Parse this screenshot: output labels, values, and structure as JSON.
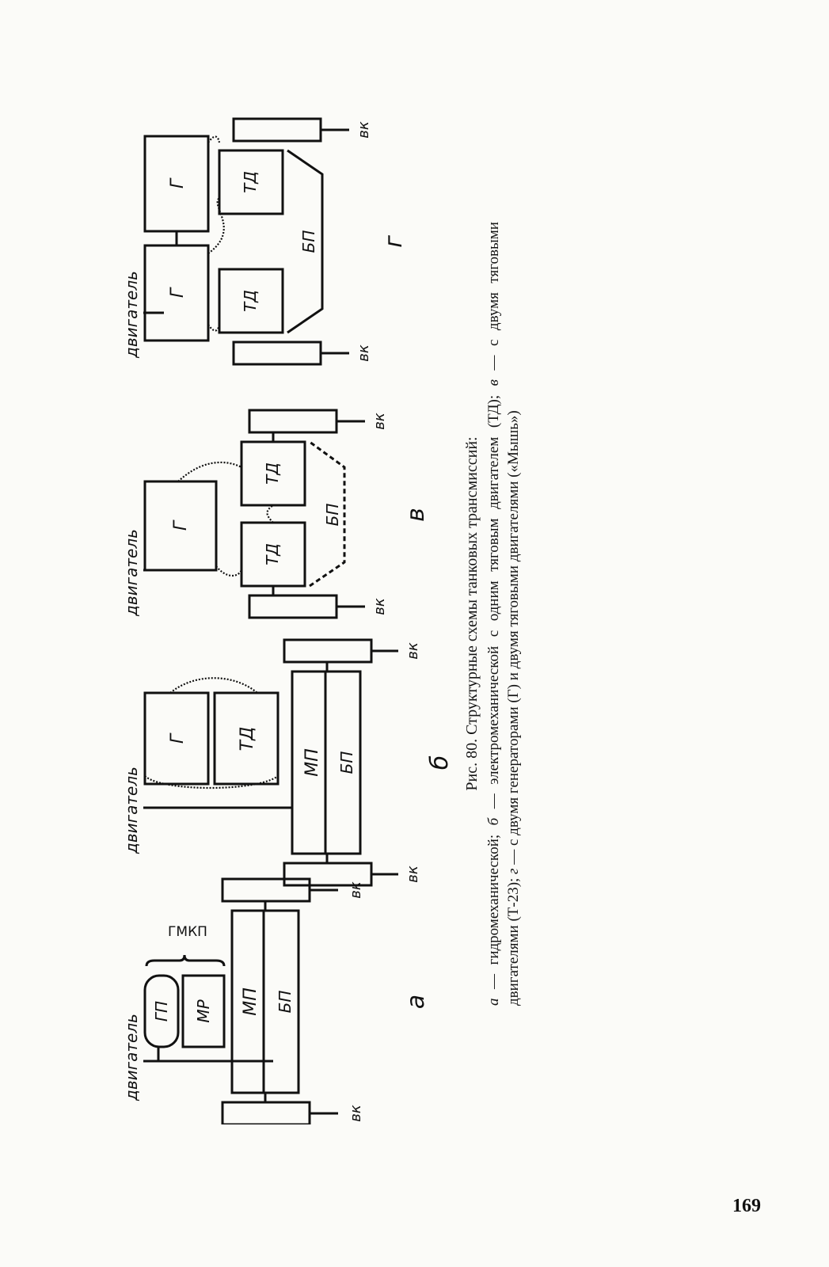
{
  "page_number": "169",
  "figure": {
    "caption_title": "Рис. 80. Структурные схемы танковых трансмиссий:",
    "caption_parts": [
      {
        "key": "а",
        "text": " — гидромеханической; "
      },
      {
        "key": "б",
        "text": " — электромеханической с одним тяговым двигателем (ТД); "
      },
      {
        "key": "в",
        "text": " — с двумя тяговыми двигателями (Т-23); "
      },
      {
        "key": "г",
        "text": " — с двумя генераторами (Г) и двумя тяговыми двигателями («Мышь»)"
      }
    ]
  },
  "diagrams": {
    "a": {
      "label": "а",
      "engine": "двигатель",
      "blocks": [
        "ГП",
        "МР",
        "МП",
        "БП"
      ],
      "group_label": "ГМКП",
      "wheel_labels": [
        "вк",
        "вк"
      ]
    },
    "b": {
      "label": "б",
      "engine": "двигатель",
      "blocks": [
        "Г",
        "ТД",
        "МП",
        "БП"
      ],
      "wheel_labels": [
        "вк",
        "вк"
      ]
    },
    "v": {
      "label": "в",
      "engine": "двигатель",
      "blocks": [
        "Г",
        "ТД",
        "ТД",
        "БП"
      ],
      "wheel_labels": [
        "вк",
        "вк"
      ]
    },
    "g": {
      "label": "г",
      "engine": "двигатель",
      "blocks": [
        "Г",
        "Г",
        "ТД",
        "ТД",
        "БП"
      ],
      "wheel_labels": [
        "вк",
        "вк"
      ]
    }
  }
}
